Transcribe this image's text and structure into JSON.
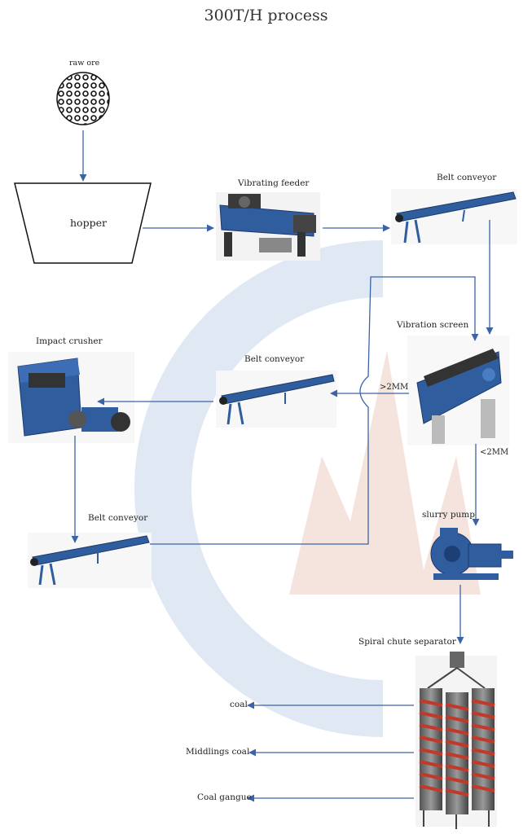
{
  "title": "300T/H process",
  "labels": {
    "raw_ore": "raw ore",
    "hopper": "hopper",
    "vibrating_feeder": "Vibrating feeder",
    "belt_conveyor_top": "Belt conveyor",
    "vibration_screen": "Vibration screen",
    "belt_conveyor_mid": "Belt conveyor",
    "impact_crusher": "Impact crusher",
    "belt_conveyor_bottom": "Belt conveyor",
    "slurry_pump": "slurry pump",
    "spiral_chute_separator": "Spiral chute separator",
    "oversize": ">2MM",
    "undersize": "<2MM"
  },
  "outputs": {
    "coal": "coal",
    "middlings_coal": "Middlings coal",
    "coal_gangue": "Coal gangue"
  },
  "colors": {
    "arrow": "#3b63a6",
    "machine_blue": "#2f5d9e",
    "watermark_blue": "#d7e4f1",
    "watermark_red": "#f3d9d3"
  }
}
